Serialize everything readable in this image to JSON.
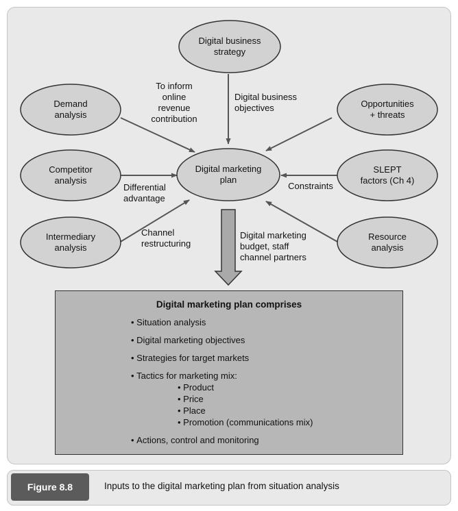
{
  "nodes": {
    "strategy": "Digital business\nstrategy",
    "demand": "Demand\nanalysis",
    "opportunities": "Opportunities\n+ threats",
    "competitor": "Competitor\nanalysis",
    "plan": "Digital marketing\nplan",
    "slept": "SLEPT\nfactors (Ch 4)",
    "intermediary": "Intermediary\nanalysis",
    "resource": "Resource\nanalysis"
  },
  "edges": {
    "inform": "To inform\nonline\nrevenue\ncontribution",
    "objectives": "Digital business\nobjectives",
    "differential": "Differential\nadvantage",
    "constraints": "Constraints",
    "channel": "Channel\nrestructuring",
    "budget": "Digital marketing\nbudget, staff\nchannel partners"
  },
  "plan_box": {
    "title": "Digital marketing plan comprises",
    "items": [
      "Situation analysis",
      "Digital marketing objectives",
      "Strategies for target markets",
      "Tactics for marketing mix:"
    ],
    "sub_items": [
      "Product",
      "Price",
      "Place",
      "Promotion (communications mix)"
    ],
    "last_item": "Actions, control and monitoring"
  },
  "caption": {
    "figure": "Figure 8.8",
    "text": "Inputs to the digital marketing plan from situation analysis"
  }
}
